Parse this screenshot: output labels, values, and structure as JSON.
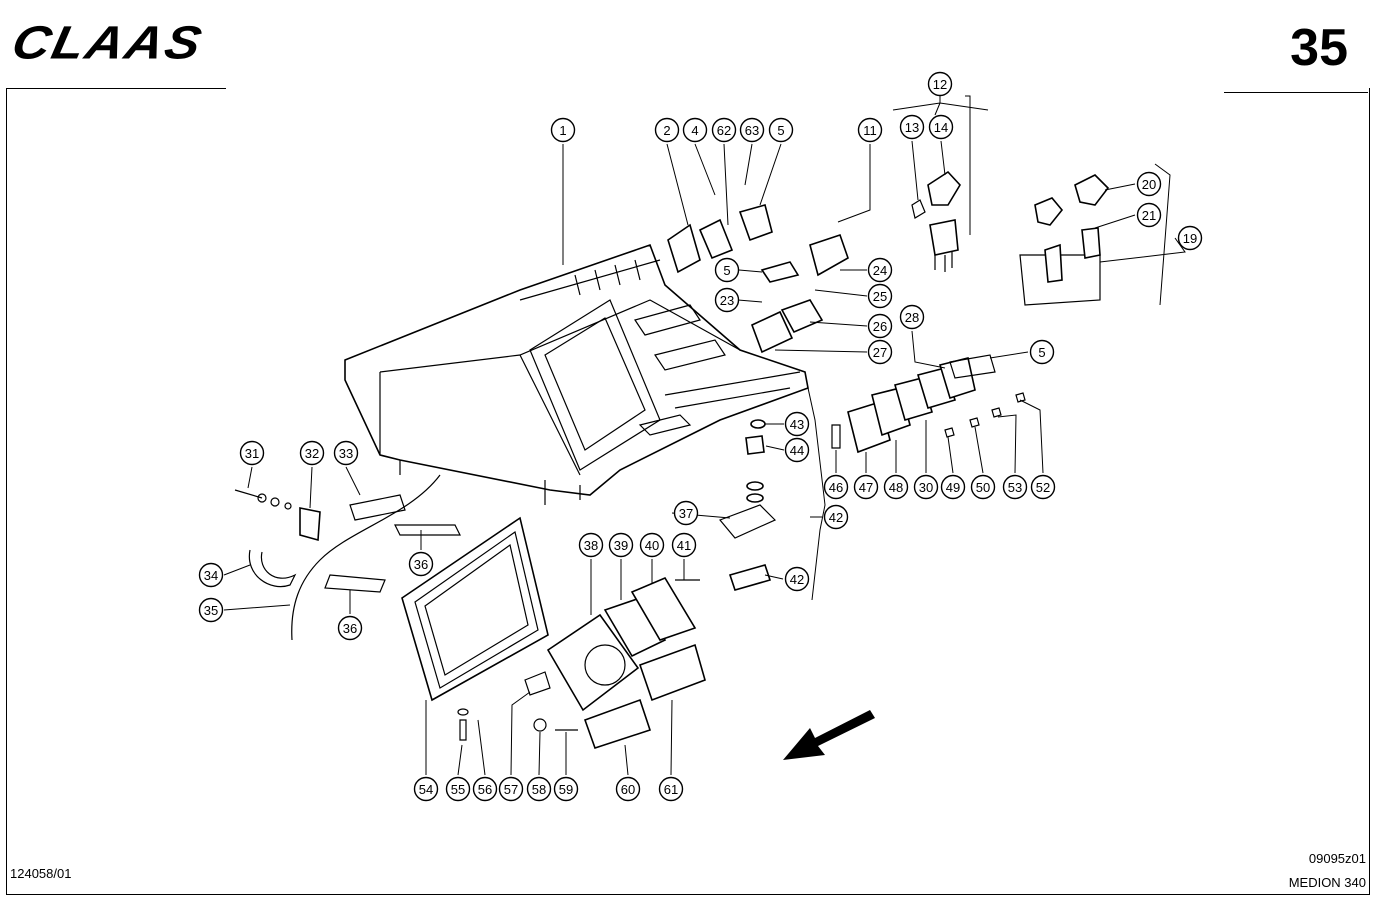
{
  "header": {
    "logo": "CLAAS",
    "page_number": "35"
  },
  "footer": {
    "doc_number": "124058/01",
    "drawing_code": "09095z01",
    "model": "MEDION 340"
  },
  "callouts": [
    "1",
    "2",
    "4",
    "62",
    "63",
    "5",
    "11",
    "12",
    "13",
    "14",
    "20",
    "21",
    "19",
    "5",
    "24",
    "23",
    "25",
    "26",
    "27",
    "28",
    "5",
    "43",
    "44",
    "42",
    "46",
    "47",
    "48",
    "30",
    "49",
    "50",
    "53",
    "52",
    "31",
    "32",
    "33",
    "36",
    "34",
    "35",
    "36",
    "37",
    "38",
    "39",
    "40",
    "41",
    "42",
    "54",
    "55",
    "56",
    "57",
    "58",
    "59",
    "60",
    "61"
  ]
}
